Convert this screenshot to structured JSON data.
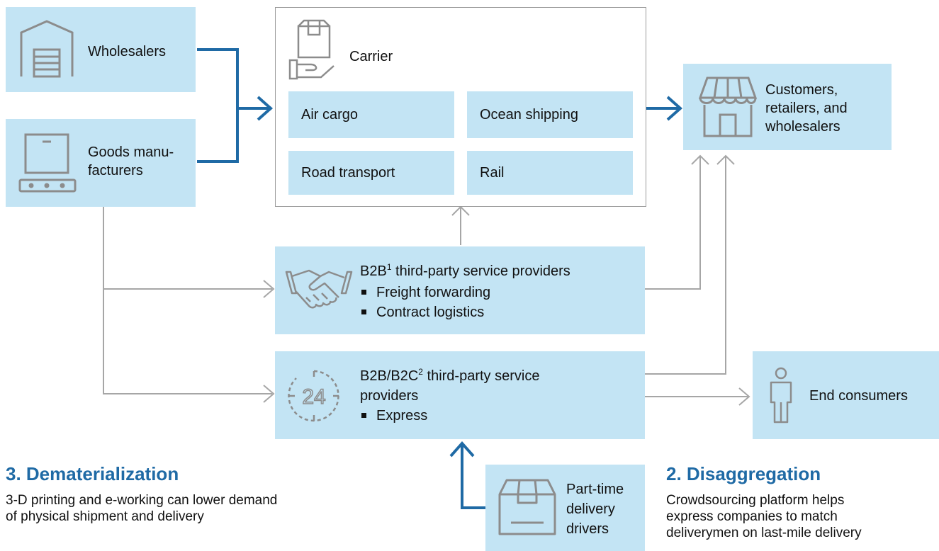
{
  "nodes": {
    "wholesalers": "Wholesalers",
    "goods_manufacturers": [
      "Goods manu-",
      "facturers"
    ],
    "carrier": "Carrier",
    "modes": {
      "air_cargo": "Air cargo",
      "ocean_shipping": "Ocean shipping",
      "road_transport": "Road transport",
      "rail": "Rail"
    },
    "customers": [
      "Customers,",
      "retailers, and",
      "wholesalers"
    ],
    "b2b": {
      "title_prefix": "B2B",
      "title_sup": "1",
      "title_suffix": " third-party service providers",
      "items": [
        "Freight forwarding",
        "Contract logistics"
      ]
    },
    "b2c": {
      "title_prefix": "B2B/B2C",
      "title_sup": "2",
      "title_suffix": " third-party service",
      "title_line2": "providers",
      "items": [
        "Express"
      ]
    },
    "end_consumers": "End consumers",
    "part_time": [
      "Part-time",
      "delivery",
      "drivers"
    ]
  },
  "annotations": {
    "dematerialization": {
      "heading": "3. Dematerialization",
      "lines": [
        "3-D printing and e-working can lower demand",
        "of physical shipment and delivery"
      ]
    },
    "disaggregation": {
      "heading": "2. Disaggregation",
      "lines": [
        "Crowdsourcing platform helps",
        "express companies to match",
        "deliverymen on last-mile delivery"
      ]
    }
  },
  "colors": {
    "box_fill": "#c3e4f4",
    "primary_arrow": "#1f6aa5",
    "secondary_arrow": "#a6a6a6",
    "icon_stroke": "#8c8c8c",
    "heading": "#1f6aa5"
  },
  "icons": {
    "wholesalers": "warehouse-icon",
    "goods_manufacturers": "conveyor-belt-icon",
    "carrier": "package-in-hand-icon",
    "customers": "storefront-icon",
    "b2b": "handshake-icon",
    "b2c": "24-hour-clock-icon",
    "end_consumers": "person-icon",
    "part_time": "box-icon"
  }
}
